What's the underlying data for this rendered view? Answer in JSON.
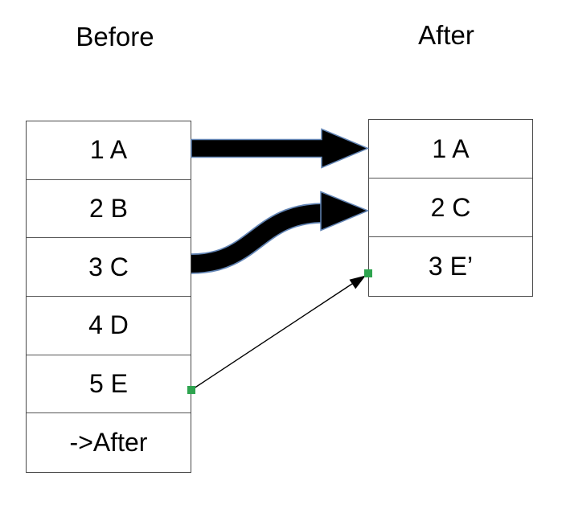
{
  "titles": {
    "before": "Before",
    "after": "After"
  },
  "before_table": {
    "rows": [
      "1 A",
      "2 B",
      "3 C",
      "4 D",
      "5 E",
      "->After"
    ]
  },
  "after_table": {
    "rows": [
      "1 A",
      "2 C",
      "3 E’"
    ]
  },
  "annotations": {
    "straight_block_arrow": "block-arrow-right",
    "s_curve_block_arrow": "block-arrow-s-curve-right",
    "connector": "thin-arrow-connector",
    "selection_handles": [
      "start-handle",
      "end-handle"
    ]
  },
  "colors": {
    "background": "#ffffff",
    "text": "#000000",
    "table_border": "#484848",
    "arrow_fill": "#000000",
    "arrow_outline": "#6385b5",
    "connector_line": "#000000",
    "selection_handle": "#2ea44f"
  }
}
